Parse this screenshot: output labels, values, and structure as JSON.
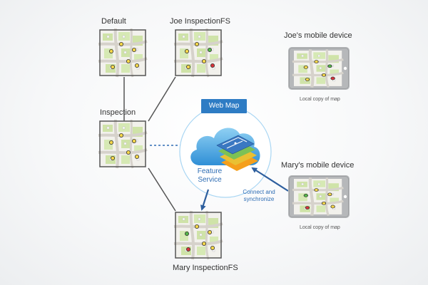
{
  "versions": {
    "default": "Default",
    "joe": "Joe InspectionFS",
    "inspection": "Inspection",
    "mary": "Mary InspectionFS"
  },
  "devices": {
    "joe": {
      "title": "Joe's mobile device",
      "caption": "Local copy of map"
    },
    "mary": {
      "title": "Mary's mobile device",
      "caption": "Local copy of map"
    }
  },
  "cloud": {
    "web_map": "Web Map",
    "feature_service": "Feature Service"
  },
  "sync_label": "Connect and synchronize",
  "colors": {
    "accent_blue": "#2e7cc4",
    "connector_gray": "#555555",
    "map_green": "#cfe3a8",
    "road_gray": "#d6d2cb",
    "point_yellow": "#f5d74a",
    "point_green": "#55b848",
    "point_red": "#d9343b"
  }
}
